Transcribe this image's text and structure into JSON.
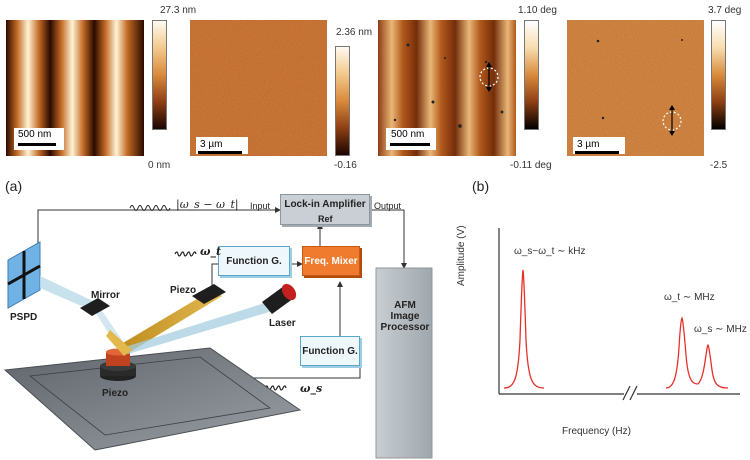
{
  "panel_a_label": "(a)",
  "panel_b_label": "(b)",
  "afm_images": [
    {
      "scale": "500 nm",
      "max": "27.3 nm",
      "min": "0 nm"
    },
    {
      "scale": "3 µm",
      "max": "2.36 nm",
      "min": "-0.16"
    },
    {
      "scale": "500 nm",
      "max": "1.10 deg",
      "min": "-0.11 deg"
    },
    {
      "scale": "3 µm",
      "max": "3.7 deg",
      "min": "-2.5"
    }
  ],
  "schematic": {
    "lockin_label": "Lock-in Amplifier",
    "ref_label": "Ref",
    "input_label": "Input",
    "output_label": "Output",
    "difference_freq": "|ω_s − ω_t|",
    "function_gen_top": "Function G.",
    "function_gen_bottom": "Function G.",
    "mixer_label": "Freq. Mixer",
    "omega_t": "ω_t",
    "omega_s": "ω_s",
    "processor_label": [
      "AFM",
      "Image",
      "Processor"
    ],
    "pspd_label": "PSPD",
    "mirror_label": "Mirror",
    "piezo_top_label": "Piezo",
    "laser_label": "Laser",
    "piezo_bottom_label": "Piezo"
  },
  "spectrum": {
    "ylabel": "Amplitude (V)",
    "xlabel": "Frequency (Hz)",
    "peak1_label": "ω_s−ω_t ∼ kHz",
    "peak2_label": "ω_t ∼ MHz",
    "peak3_label": "ω_s ∼ MHz",
    "color": "#e8302a"
  }
}
